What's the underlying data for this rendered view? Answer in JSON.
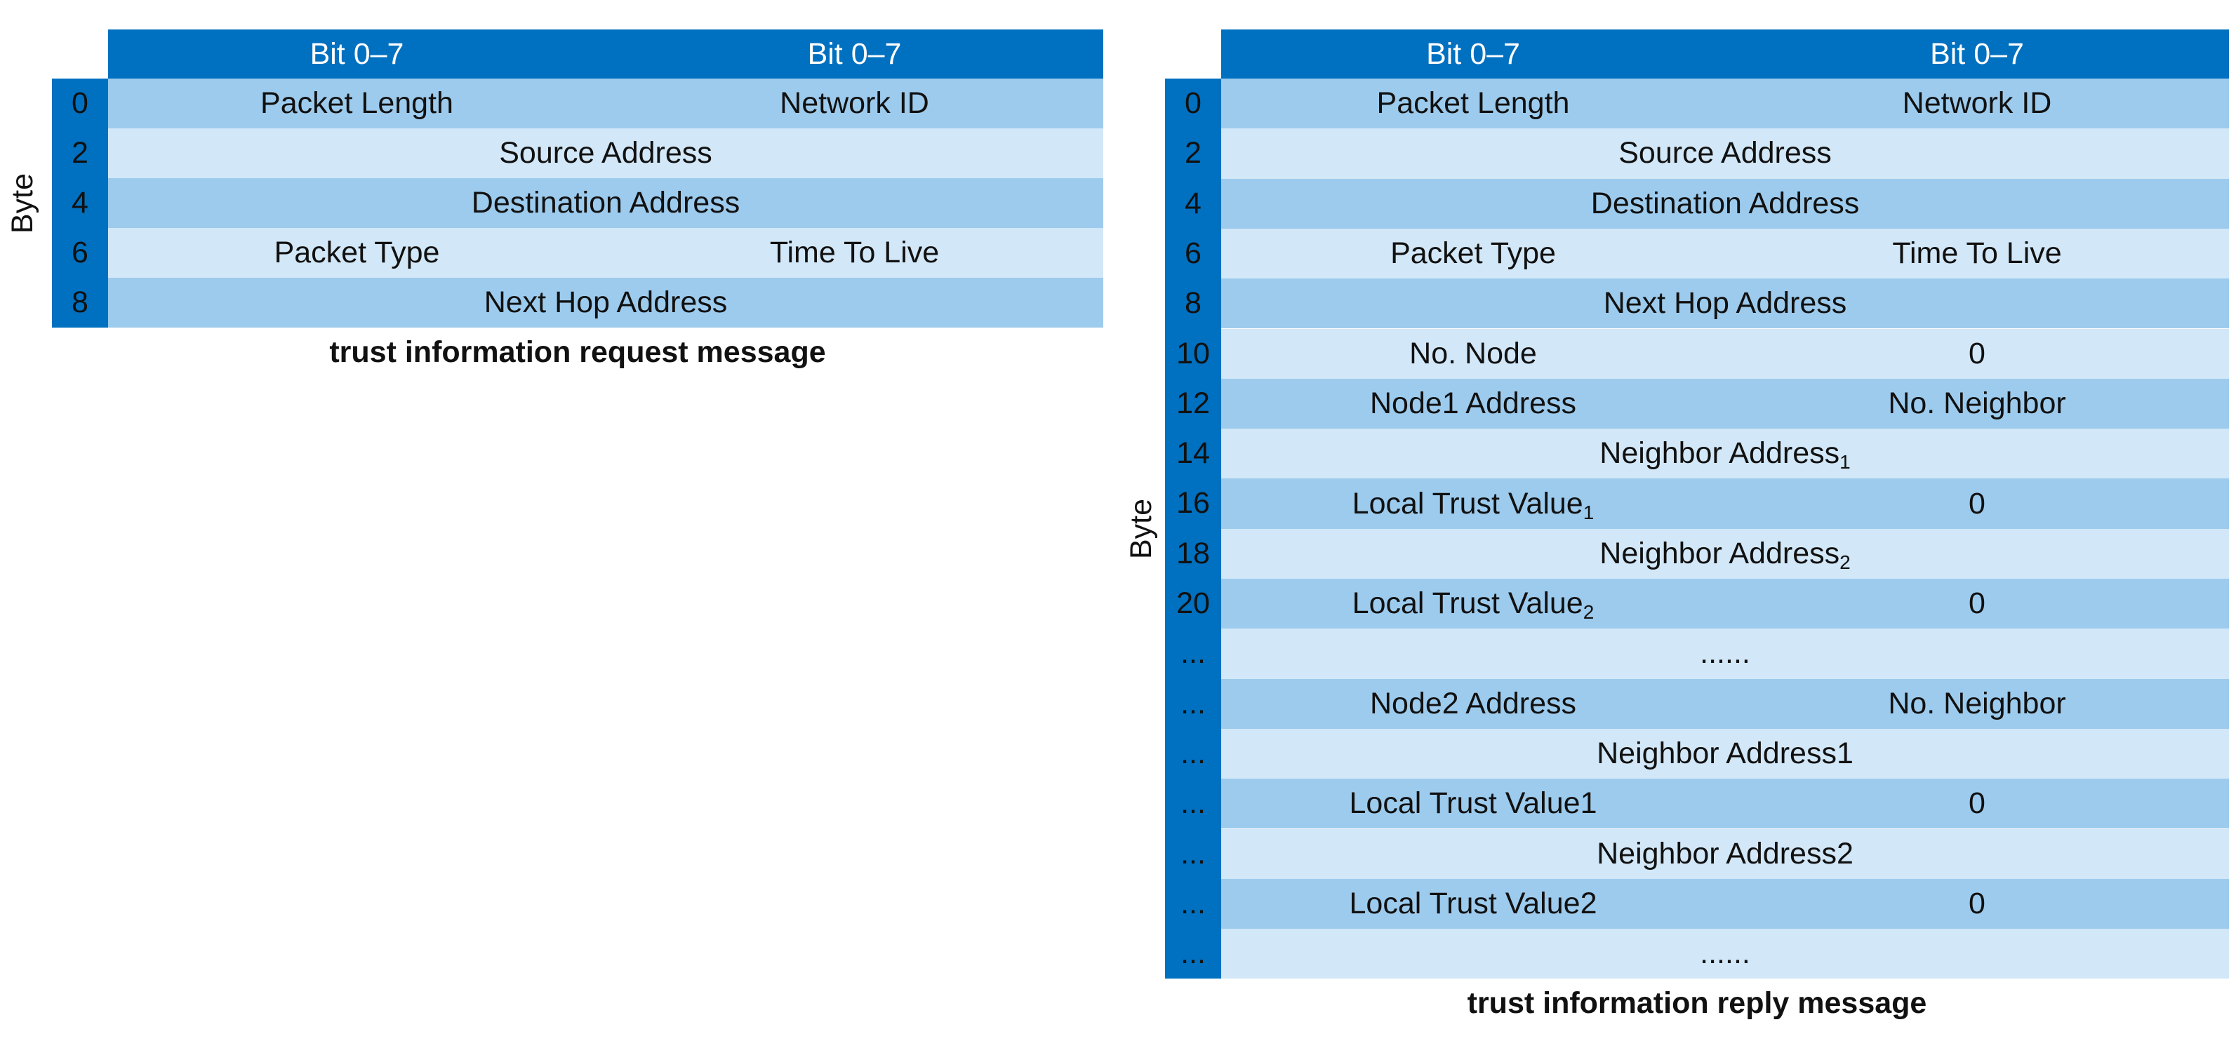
{
  "request": {
    "header": [
      "Bit 0–7",
      "Bit 0–7"
    ],
    "axis_label": "Byte",
    "caption": "trust information request message",
    "rows": [
      {
        "byte": "0",
        "cells": [
          "Packet Length",
          "Network ID"
        ]
      },
      {
        "byte": "2",
        "cells": [
          "Source Address"
        ]
      },
      {
        "byte": "4",
        "cells": [
          "Destination Address"
        ]
      },
      {
        "byte": "6",
        "cells": [
          "Packet Type",
          "Time To Live"
        ]
      },
      {
        "byte": "8",
        "cells": [
          "Next Hop Address"
        ]
      }
    ]
  },
  "reply": {
    "header": [
      "Bit 0–7",
      "Bit 0–7"
    ],
    "axis_label": "Byte",
    "caption": "trust information reply message",
    "rows": [
      {
        "byte": "0",
        "cells": [
          "Packet Length",
          "Network ID"
        ]
      },
      {
        "byte": "2",
        "cells": [
          "Source Address"
        ]
      },
      {
        "byte": "4",
        "cells": [
          "Destination Address"
        ]
      },
      {
        "byte": "6",
        "cells": [
          "Packet Type",
          "Time To Live"
        ]
      },
      {
        "byte": "8",
        "cells": [
          "Next Hop Address"
        ]
      },
      {
        "byte": "10",
        "cells": [
          "No. Node",
          "0"
        ]
      },
      {
        "byte": "12",
        "cells": [
          "Node1 Address",
          "No. Neighbor"
        ]
      },
      {
        "byte": "14",
        "cells": [
          "Neighbor Address"
        ],
        "sub": [
          "1"
        ]
      },
      {
        "byte": "16",
        "cells": [
          "Local Trust Value",
          "0"
        ],
        "sub": [
          "1",
          ""
        ]
      },
      {
        "byte": "18",
        "cells": [
          "Neighbor Address"
        ],
        "sub": [
          "2"
        ]
      },
      {
        "byte": "20",
        "cells": [
          "Local Trust Value",
          "0"
        ],
        "sub": [
          "2",
          ""
        ]
      },
      {
        "byte": "...",
        "cells": [
          "......"
        ]
      },
      {
        "byte": "...",
        "cells": [
          "Node2 Address",
          "No. Neighbor"
        ]
      },
      {
        "byte": "...",
        "cells": [
          "Neighbor Address1"
        ]
      },
      {
        "byte": "...",
        "cells": [
          "Local Trust Value1",
          "0"
        ]
      },
      {
        "byte": "...",
        "cells": [
          "Neighbor Address2"
        ]
      },
      {
        "byte": "...",
        "cells": [
          "Local Trust Value2",
          "0"
        ]
      },
      {
        "byte": "...",
        "cells": [
          "......"
        ]
      }
    ]
  },
  "colors": {
    "header_blue": "#0070c0",
    "row_dark": "#9dcbed",
    "row_light": "#d2e7f7"
  }
}
